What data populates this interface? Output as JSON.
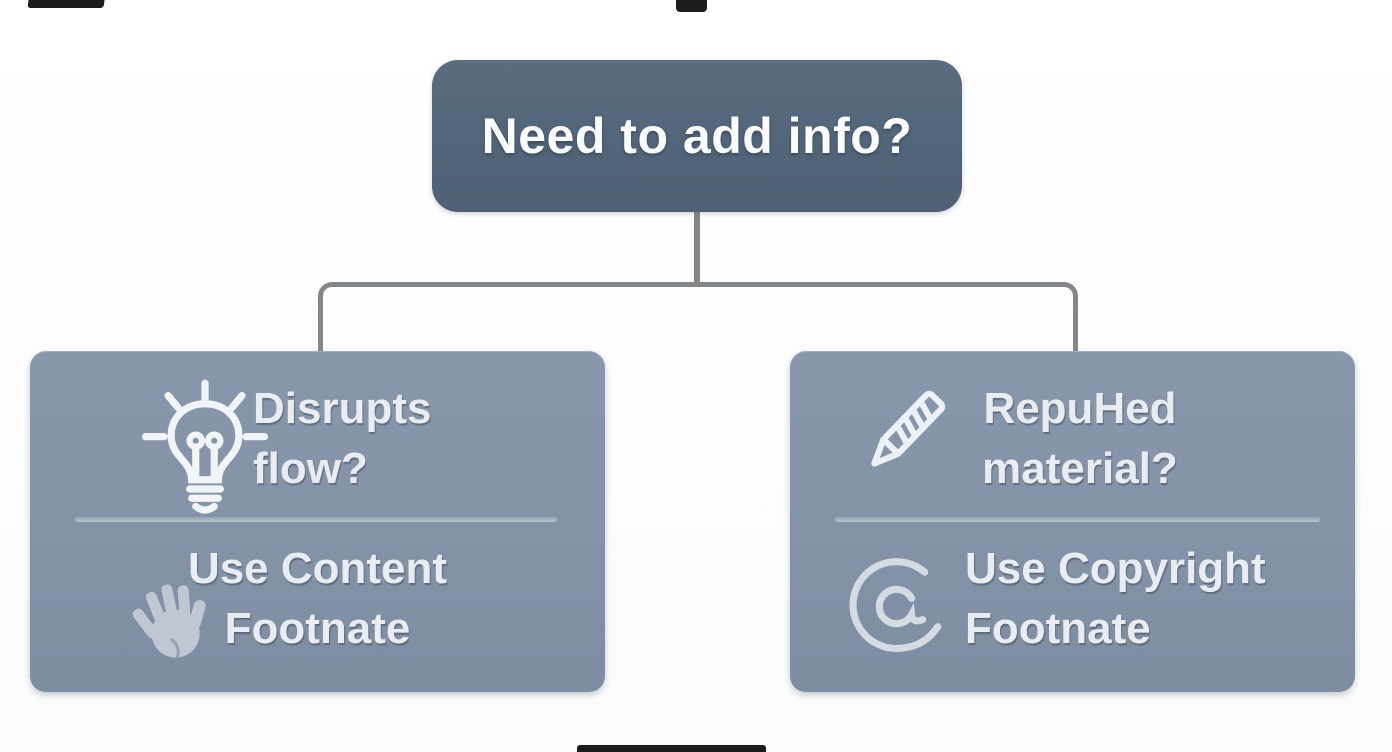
{
  "root": {
    "label": "Need to add info?"
  },
  "left_branch": {
    "question_line1": "Disrupts",
    "question_line2": "flow?",
    "question_icon": "lightbulb-icon",
    "answer_line1": "Use Content",
    "answer_line2": "Footnate",
    "answer_icon": "hand-icon"
  },
  "right_branch": {
    "question_line1": "RepuHed",
    "question_line2": "material?",
    "question_icon": "pencil-icon",
    "answer_line1": "Use Copyright",
    "answer_line2": "Footnate",
    "answer_icon": "at-copyright-icon"
  },
  "colors": {
    "root_fill": "#53657a",
    "branch_fill": "#8493a8",
    "connector": "#84878a",
    "root_text": "#fafbfd",
    "branch_text": "#e9edf2",
    "divider": "#b7c1cd",
    "icon_stroke": "#f0f4f8"
  }
}
